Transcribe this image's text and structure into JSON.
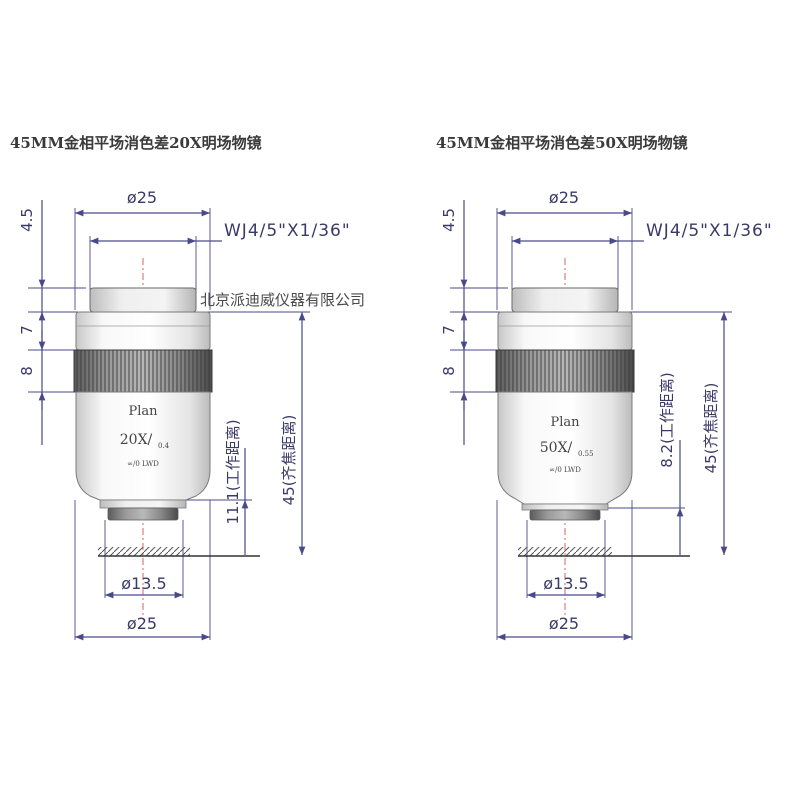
{
  "watermark": "北京派迪威仪器有限公司",
  "objectives": [
    {
      "title": "45MM金相平场消色差20X明场物镜",
      "top_diameter": "ø25",
      "thread": "WJ4/5\"X1/36\"",
      "dim_top": "4.5",
      "dim_collar": "7",
      "dim_knurl": "8",
      "working_distance": "11.1(工作距离)",
      "parfocal": "45(齐焦距离)",
      "front_diameter": "ø13.5",
      "bottom_diameter": "ø25",
      "lens_plan": "Plan",
      "lens_mag": "20X/",
      "lens_na": "0.4",
      "lens_small": "∞/0 LWD"
    },
    {
      "title": "45MM金相平场消色差50X明场物镜",
      "top_diameter": "ø25",
      "thread": "WJ4/5\"X1/36\"",
      "dim_top": "4.5",
      "dim_collar": "7",
      "dim_knurl": "8",
      "working_distance": "8.2(工作距离)",
      "parfocal": "45(齐焦距离)",
      "front_diameter": "ø13.5",
      "bottom_diameter": "ø25",
      "lens_plan": "Plan",
      "lens_mag": "50X/",
      "lens_na": "0.55",
      "lens_small": "∞/0 LWD"
    }
  ]
}
